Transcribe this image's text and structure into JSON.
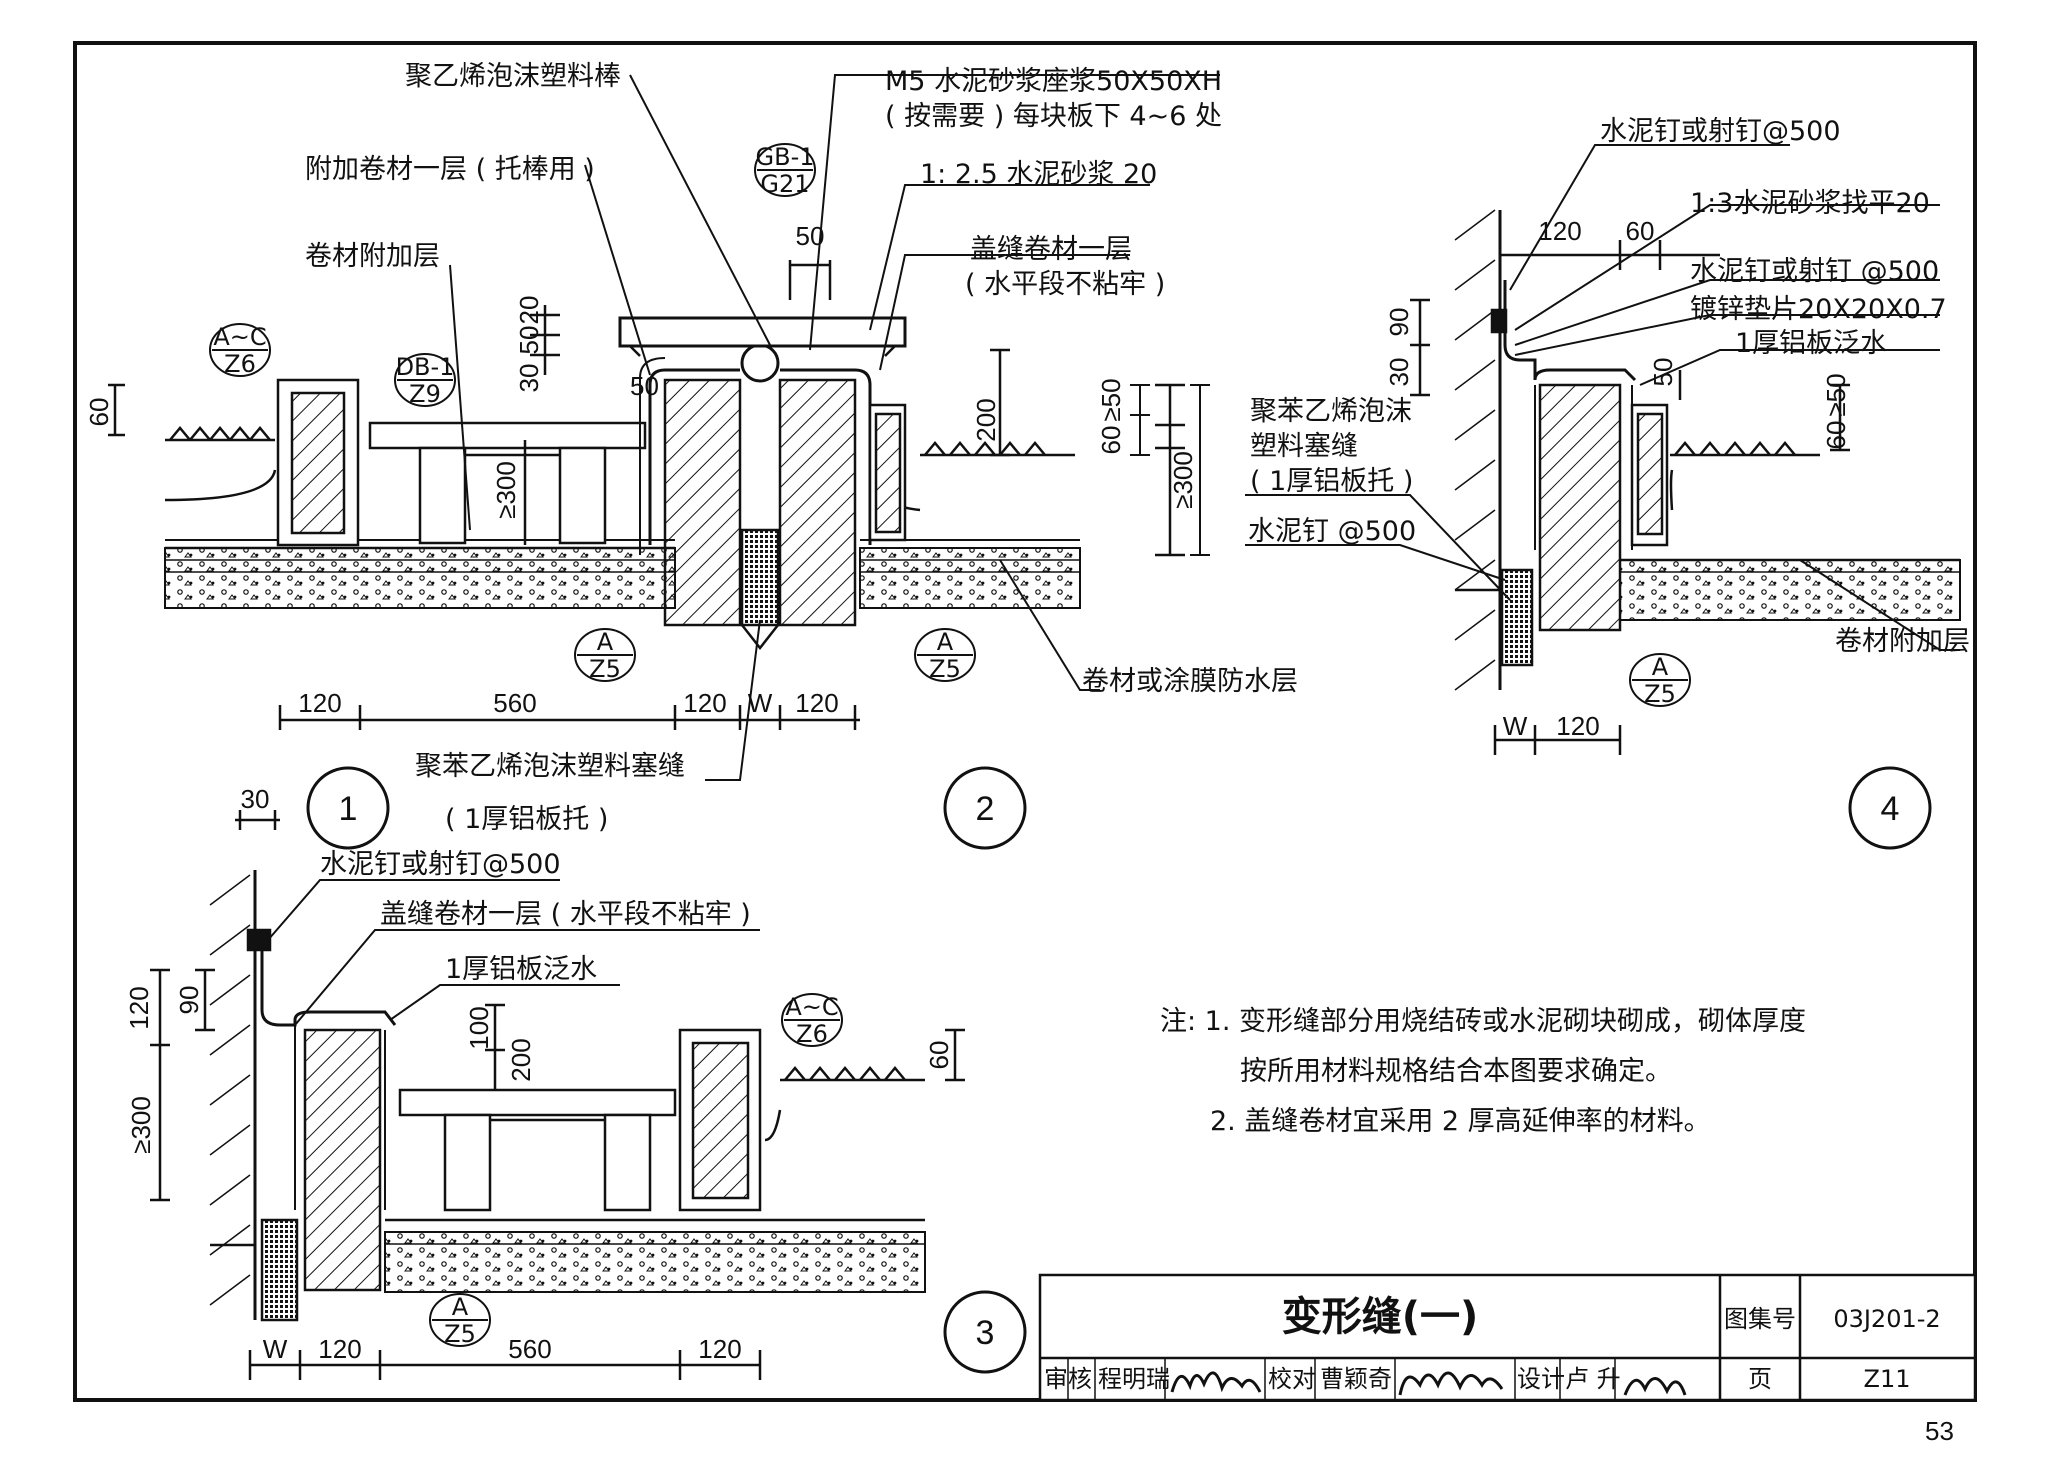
{
  "diagram1": {
    "labels": {
      "foam_rod": "聚乙烯泡沫塑料棒",
      "mortar_bed_l1": "M5 水泥砂浆座浆50X50XH",
      "mortar_bed_l2": "( 按需要 ) 每块板下 4~6 处",
      "extra_membrane_rod": "附加卷材一层 ( 托棒用 )",
      "mortar_20": "1: 2.5 水泥砂浆 20",
      "membrane_extra": "卷材附加层",
      "cover_membrane_l1": "盖缝卷材一层",
      "cover_membrane_l2": "( 水平段不粘牢 )",
      "waterproof_layer": "卷材或涂膜防水层",
      "eps_filler_l1": "聚苯乙烯泡沫塑料塞缝",
      "eps_filler_l2": "( 1厚铝板托 )"
    },
    "refs": [
      {
        "top": "GB-1",
        "bottom": "G21"
      },
      {
        "top": "A~C",
        "bottom": "Z6"
      },
      {
        "top": "DB-1",
        "bottom": "Z9"
      },
      {
        "top": "A",
        "bottom": "Z5"
      },
      {
        "top": "A",
        "bottom": "Z5"
      }
    ],
    "dims": {
      "d60": "60",
      "d30": "30",
      "d50": "50",
      "d20": "20",
      "d50b": "50",
      "d50c": "50",
      "d200": "200",
      "d300": "≥300",
      "b120a": "120",
      "b560": "560",
      "b120b": "120",
      "bW": "W",
      "b120c": "120"
    }
  },
  "diagram3": {
    "labels": {
      "nail": "水泥钉或射钉@500",
      "cover_membrane": "盖缝卷材一层 ( 水平段不粘牢 )",
      "alu_flashing": "1厚铝板泛水"
    },
    "refs": [
      {
        "top": "A~C",
        "bottom": "Z6"
      },
      {
        "top": "A",
        "bottom": "Z5"
      }
    ],
    "dims": {
      "d30": "30",
      "d120": "120",
      "d90": "90",
      "d300": "≥300",
      "d100": "100",
      "d200": "200",
      "d60": "60",
      "bW": "W",
      "b120a": "120",
      "b560": "560",
      "b120b": "120"
    }
  },
  "diagram4": {
    "labels": {
      "nail_top": "水泥钉或射钉@500",
      "mortar_level": "1:3水泥砂浆找平20",
      "nail_mid": "水泥钉或射钉 @500",
      "washer": "镀锌垫片20X20X0.7",
      "alu_flashing": "1厚铝板泛水",
      "eps_l1": "聚苯乙烯泡沫",
      "eps_l2": "塑料塞缝",
      "eps_l3": "( 1厚铝板托 )",
      "nail_bottom": "水泥钉 @500",
      "membrane_extra": "卷材附加层"
    },
    "refs": [
      {
        "top": "A",
        "bottom": "Z5"
      }
    ],
    "dims": {
      "d120": "120",
      "d60": "60",
      "d90": "90",
      "d30": "30",
      "d50": "50",
      "d50b": "≥50",
      "d60b": "60",
      "d300": "≥300",
      "d50c": "≥50",
      "d60c": "60",
      "bW": "W",
      "b120": "120"
    }
  },
  "callouts": {
    "c1": "1",
    "c2": "2",
    "c3": "3",
    "c4": "4"
  },
  "notes": {
    "line1": "注: 1. 变形缝部分用烧结砖或水泥砌块砌成，砌体厚度",
    "line2": "按所用材料规格结合本图要求确定。",
    "line3": "2. 盖缝卷材宜采用 2 厚高延伸率的材料。"
  },
  "title_block": {
    "title": "变形缝(一)",
    "atlas_label": "图集号",
    "atlas_no": "03J201-2",
    "page_label": "页",
    "page_no": "Z11",
    "review_label": "审核",
    "reviewer": "程明瑞",
    "check_label": "校对",
    "checker": "曹颖奇",
    "design_label": "设计",
    "designer": "卢 升"
  },
  "page_number": "53",
  "colors": {
    "line": "#111111",
    "paper": "#ffffff"
  }
}
